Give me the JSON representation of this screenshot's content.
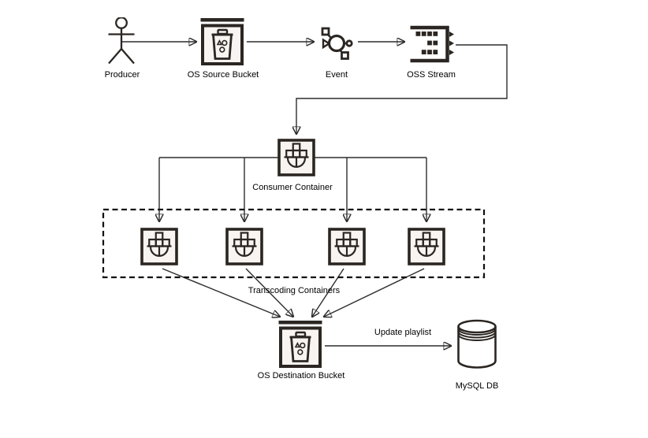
{
  "nodes": {
    "producer": {
      "label": "Producer",
      "icon": "person-stick-figure-icon"
    },
    "source_bucket": {
      "label": "OS Source Bucket",
      "icon": "storage-bucket-icon"
    },
    "event": {
      "label": "Event",
      "icon": "event-trigger-icon"
    },
    "oss_stream": {
      "label": "OSS Stream",
      "icon": "stream-queue-icon"
    },
    "consumer_container": {
      "label": "Consumer Container",
      "icon": "container-ship-icon"
    },
    "transcoding_group": {
      "label": "Transcoding Containers",
      "icon": "container-ship-icon",
      "count": 4,
      "border": "dashed"
    },
    "destination_bucket": {
      "label": "OS Destination Bucket",
      "icon": "storage-bucket-icon"
    },
    "mysql_db": {
      "label": "MySQL DB",
      "icon": "database-cylinder-icon"
    }
  },
  "edges": {
    "update_playlist_label": "Update playlist",
    "flow": [
      "Producer -> OS Source Bucket",
      "OS Source Bucket -> Event",
      "Event -> OSS Stream",
      "OSS Stream -> Consumer Container",
      "Consumer Container -> Transcoding Containers (x4)",
      "Transcoding Containers (x4) -> OS Destination Bucket",
      "OS Destination Bucket -> MySQL DB (Update playlist)"
    ]
  },
  "colors": {
    "line": "#2d2d2d",
    "icon_stroke": "#2b2622",
    "icon_bg": "#f7f4f1",
    "background": "#ffffff",
    "text": "#000000"
  }
}
